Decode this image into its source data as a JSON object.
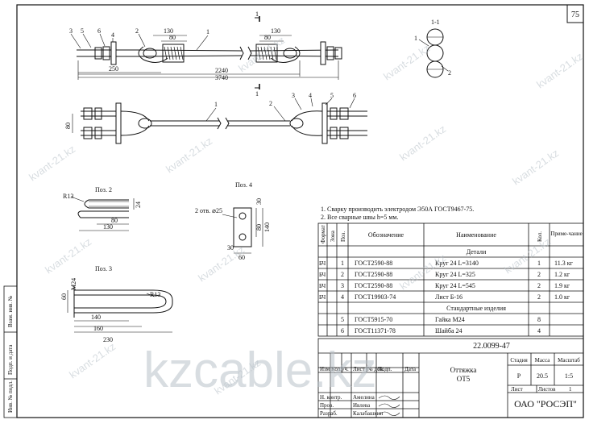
{
  "sheet_number": "75",
  "section_label": "1-1",
  "section_mark": "1",
  "notes": [
    "1. Сварку производить электродом Э50А ГОСТ9467-75.",
    "2. Все сварные швы h=5 мм."
  ],
  "top_view": {
    "callouts": [
      "3",
      "5",
      "6",
      "4",
      "2",
      "1"
    ],
    "dims": {
      "d130": "130",
      "d80": "80",
      "d250": "250",
      "d2240": "2240",
      "d3740": "3740"
    }
  },
  "side_view": {
    "callouts": [
      "1",
      "2",
      "3",
      "4",
      "5",
      "6"
    ],
    "dim80": "80"
  },
  "section_callouts": {
    "c1": "1",
    "c2": "2"
  },
  "pos2": {
    "title": "Поз. 2",
    "r": "R13",
    "d24": "24",
    "d80": "80",
    "d130": "130"
  },
  "pos3": {
    "title": "Поз. 3",
    "m": "M24",
    "r": "R13",
    "d60": "60",
    "d140": "140",
    "d160": "160",
    "d230": "230"
  },
  "pos4": {
    "title": "Поз. 4",
    "holes": "2 отв. ⌀25",
    "d30a": "30",
    "d80": "80",
    "d140": "140",
    "d30b": "30",
    "d60": "60"
  },
  "table": {
    "headers": [
      "Формат",
      "Зона",
      "Поз.",
      "Обозначение",
      "Наименование",
      "Кол.",
      "Приме-чание"
    ],
    "section_parts": "Детали",
    "section_std": "Стандартные изделия",
    "rows": [
      {
        "fmt": "БЧ",
        "zone": "",
        "pos": "1",
        "designation": "ГОСТ2590-88",
        "name": "Круг 24 L=3140",
        "qty": "1",
        "note": "11.3 кг"
      },
      {
        "fmt": "БЧ",
        "zone": "",
        "pos": "2",
        "designation": "ГОСТ2590-88",
        "name": "Круг 24 L=325",
        "qty": "2",
        "note": "1.2 кг"
      },
      {
        "fmt": "БЧ",
        "zone": "",
        "pos": "3",
        "designation": "ГОСТ2590-88",
        "name": "Круг 24 L=545",
        "qty": "2",
        "note": "1.9 кг"
      },
      {
        "fmt": "БЧ",
        "zone": "",
        "pos": "4",
        "designation": "ГОСТ19903-74",
        "name": "Лист Б-16",
        "qty": "2",
        "note": "1.0 кг"
      }
    ],
    "std_rows": [
      {
        "pos": "5",
        "designation": "ГОСТ5915-70",
        "name": "Гайка М24",
        "qty": "8"
      },
      {
        "pos": "6",
        "designation": "ГОСТ11371-78",
        "name": "Шайба 24",
        "qty": "4"
      }
    ]
  },
  "title_block": {
    "doc_number": "22.0099-47",
    "title_line1": "Оттяжка",
    "title_line2": "ОТ5",
    "stage_label": "Стадия",
    "mass_label": "Масса",
    "scale_label": "Масштаб",
    "stage": "Р",
    "mass": "20.5",
    "scale": "1:5",
    "sheet_label": "Лист",
    "sheets_label": "Листов",
    "sheets": "1",
    "company": "ОАО \"РОСЭП\"",
    "rev_headers": [
      "Изм.",
      "Кол.уч.",
      "Лист",
      "№ док.",
      "Подп.",
      "Дата"
    ],
    "roles": [
      {
        "role": "Н. контр.",
        "name": "Амелина"
      },
      {
        "role": "Пров.",
        "name": "Ивлева"
      },
      {
        "role": "Разраб.",
        "name": "Калабашкин"
      }
    ]
  },
  "side_stamp": [
    "Инв. № подл.",
    "Подп. и дата",
    "Взам. инв. №"
  ],
  "watermarks": [
    "kvant-21.kz",
    "kzcable.kz"
  ]
}
